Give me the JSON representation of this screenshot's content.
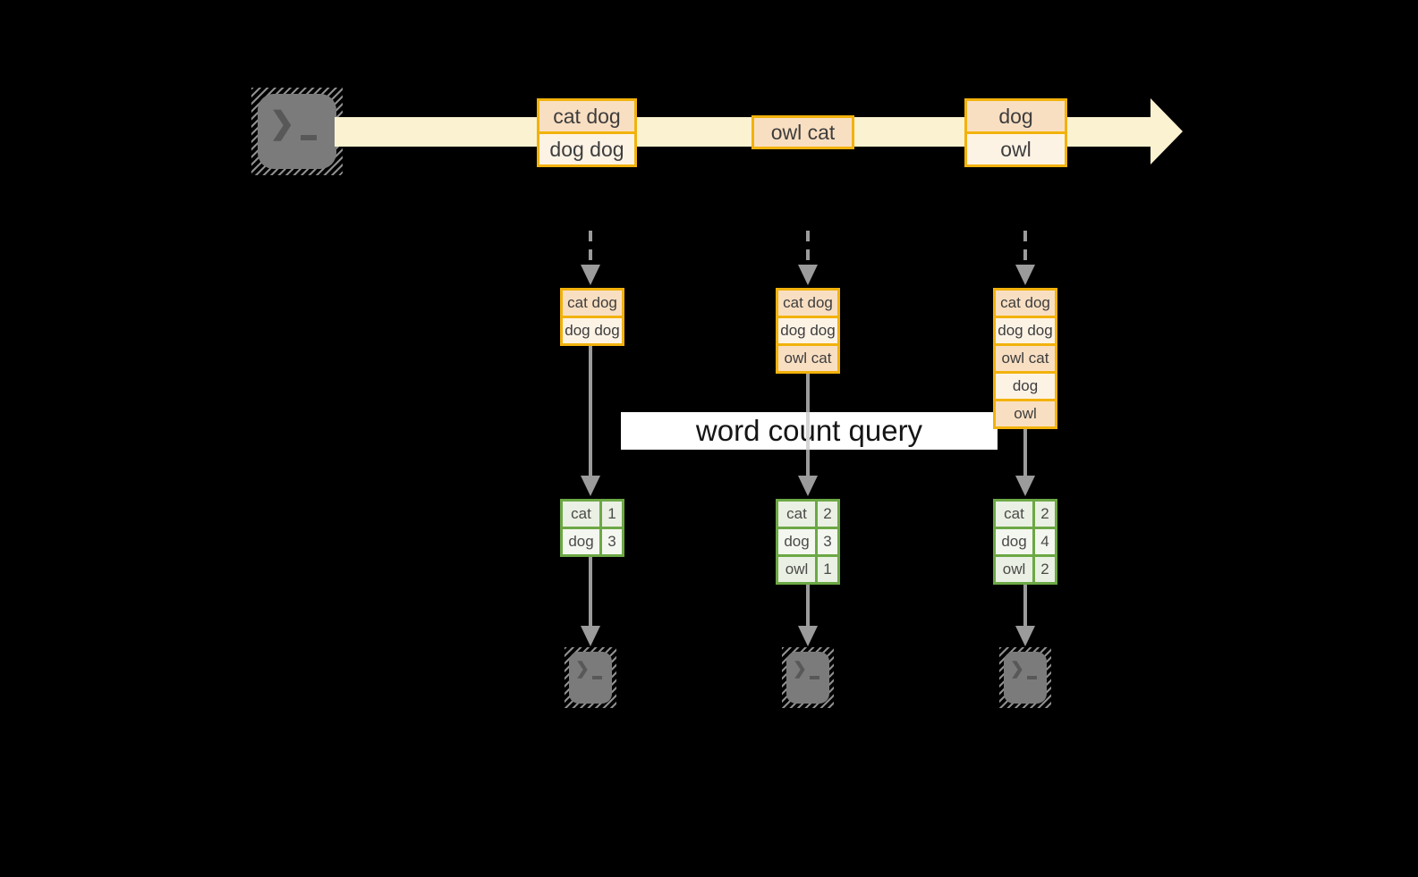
{
  "query_label": "word count query",
  "icons": {
    "source": "terminal-icon",
    "sink": "terminal-icon",
    "prompt_glyph": "❯"
  },
  "colors": {
    "background": "#000000",
    "stream_arrow": "#FBF2D1",
    "record_border": "#F2B20C",
    "record_fill_dark": "#F9DFC2",
    "record_fill_light": "#FDF3E5",
    "table_border": "#6CA845",
    "table_fill_dark": "#EAF0E3",
    "table_fill_light": "#F4F7F0",
    "flow_gray": "#9B9B9B"
  },
  "stream": {
    "batches": [
      {
        "records": [
          "cat dog",
          "dog dog"
        ]
      },
      {
        "records": [
          "owl cat"
        ]
      },
      {
        "records": [
          "dog",
          "owl"
        ]
      }
    ]
  },
  "micro_batches": [
    {
      "records": [
        "cat dog",
        "dog dog"
      ]
    },
    {
      "records": [
        "cat dog",
        "dog dog",
        "owl cat"
      ]
    },
    {
      "records": [
        "cat dog",
        "dog dog",
        "owl cat",
        "dog",
        "owl"
      ]
    }
  ],
  "result_tables": [
    {
      "rows": [
        {
          "word": "cat",
          "count": "1"
        },
        {
          "word": "dog",
          "count": "3"
        }
      ]
    },
    {
      "rows": [
        {
          "word": "cat",
          "count": "2"
        },
        {
          "word": "dog",
          "count": "3"
        },
        {
          "word": "owl",
          "count": "1"
        }
      ]
    },
    {
      "rows": [
        {
          "word": "cat",
          "count": "2"
        },
        {
          "word": "dog",
          "count": "4"
        },
        {
          "word": "owl",
          "count": "2"
        }
      ]
    }
  ]
}
